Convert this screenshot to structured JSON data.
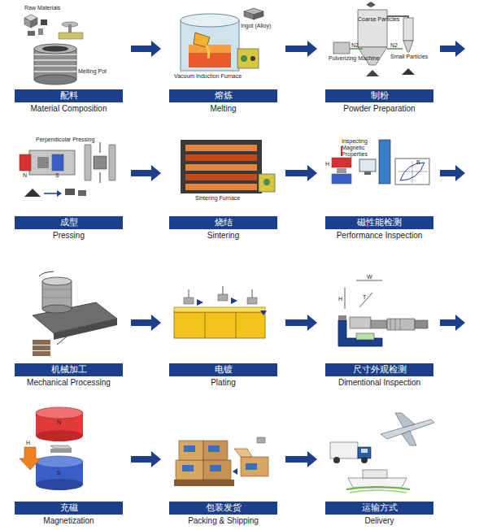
{
  "diagram": {
    "nodes": [
      {
        "text": [
          "配料",
          "Material Composition"
        ]
      },
      {
        "text": [
          "熔炼",
          "Melting"
        ]
      },
      {
        "text": [
          "制粉",
          "Powder Preparation"
        ]
      },
      {
        "text": [
          "成型",
          "Pressing"
        ]
      },
      {
        "text": [
          "烧结",
          "Sintering"
        ]
      },
      {
        "text": [
          "磁性能检测",
          "Performance Inspection"
        ]
      },
      {
        "text": [
          "机械加工",
          "Mechanical Processing"
        ]
      },
      {
        "text": [
          "电镀",
          "Plating"
        ]
      },
      {
        "text": [
          "尺寸外观检测",
          "Dimentional Inspection"
        ]
      },
      {
        "text": [
          "充磁",
          "Magnetization"
        ]
      },
      {
        "text": [
          "包装发货",
          "Packing & Shipping"
        ]
      },
      {
        "text": [
          "运输方式",
          "Delivery"
        ]
      }
    ],
    "edges": [
      {
        "from": 0,
        "to": 1,
        "arrow": "to"
      },
      {
        "from": 1,
        "to": 2,
        "arrow": "to"
      },
      {
        "from": 3,
        "to": 4,
        "arrow": "to"
      },
      {
        "from": 4,
        "to": 5,
        "arrow": "to"
      },
      {
        "from": 6,
        "to": 7,
        "arrow": "to"
      },
      {
        "from": 7,
        "to": 8,
        "arrow": "to"
      },
      {
        "from": 9,
        "to": 10,
        "arrow": "to"
      },
      {
        "from": 10,
        "to": 11,
        "arrow": "to"
      }
    ],
    "labels": [
      "Raw Materials",
      "Melting Pot",
      "Ingot (Alloy)",
      "Vacuum Induction Furnace",
      "Coarse Particles",
      "Pulverizing Machine",
      "N2",
      "N2",
      "Small Particles",
      "Perpendicular Pressing",
      "N",
      "S",
      "Sintering Furnace",
      "Inspecting Magnetic Properties",
      "H",
      "B",
      "W",
      "H",
      "T",
      "N",
      "H",
      "S"
    ]
  }
}
